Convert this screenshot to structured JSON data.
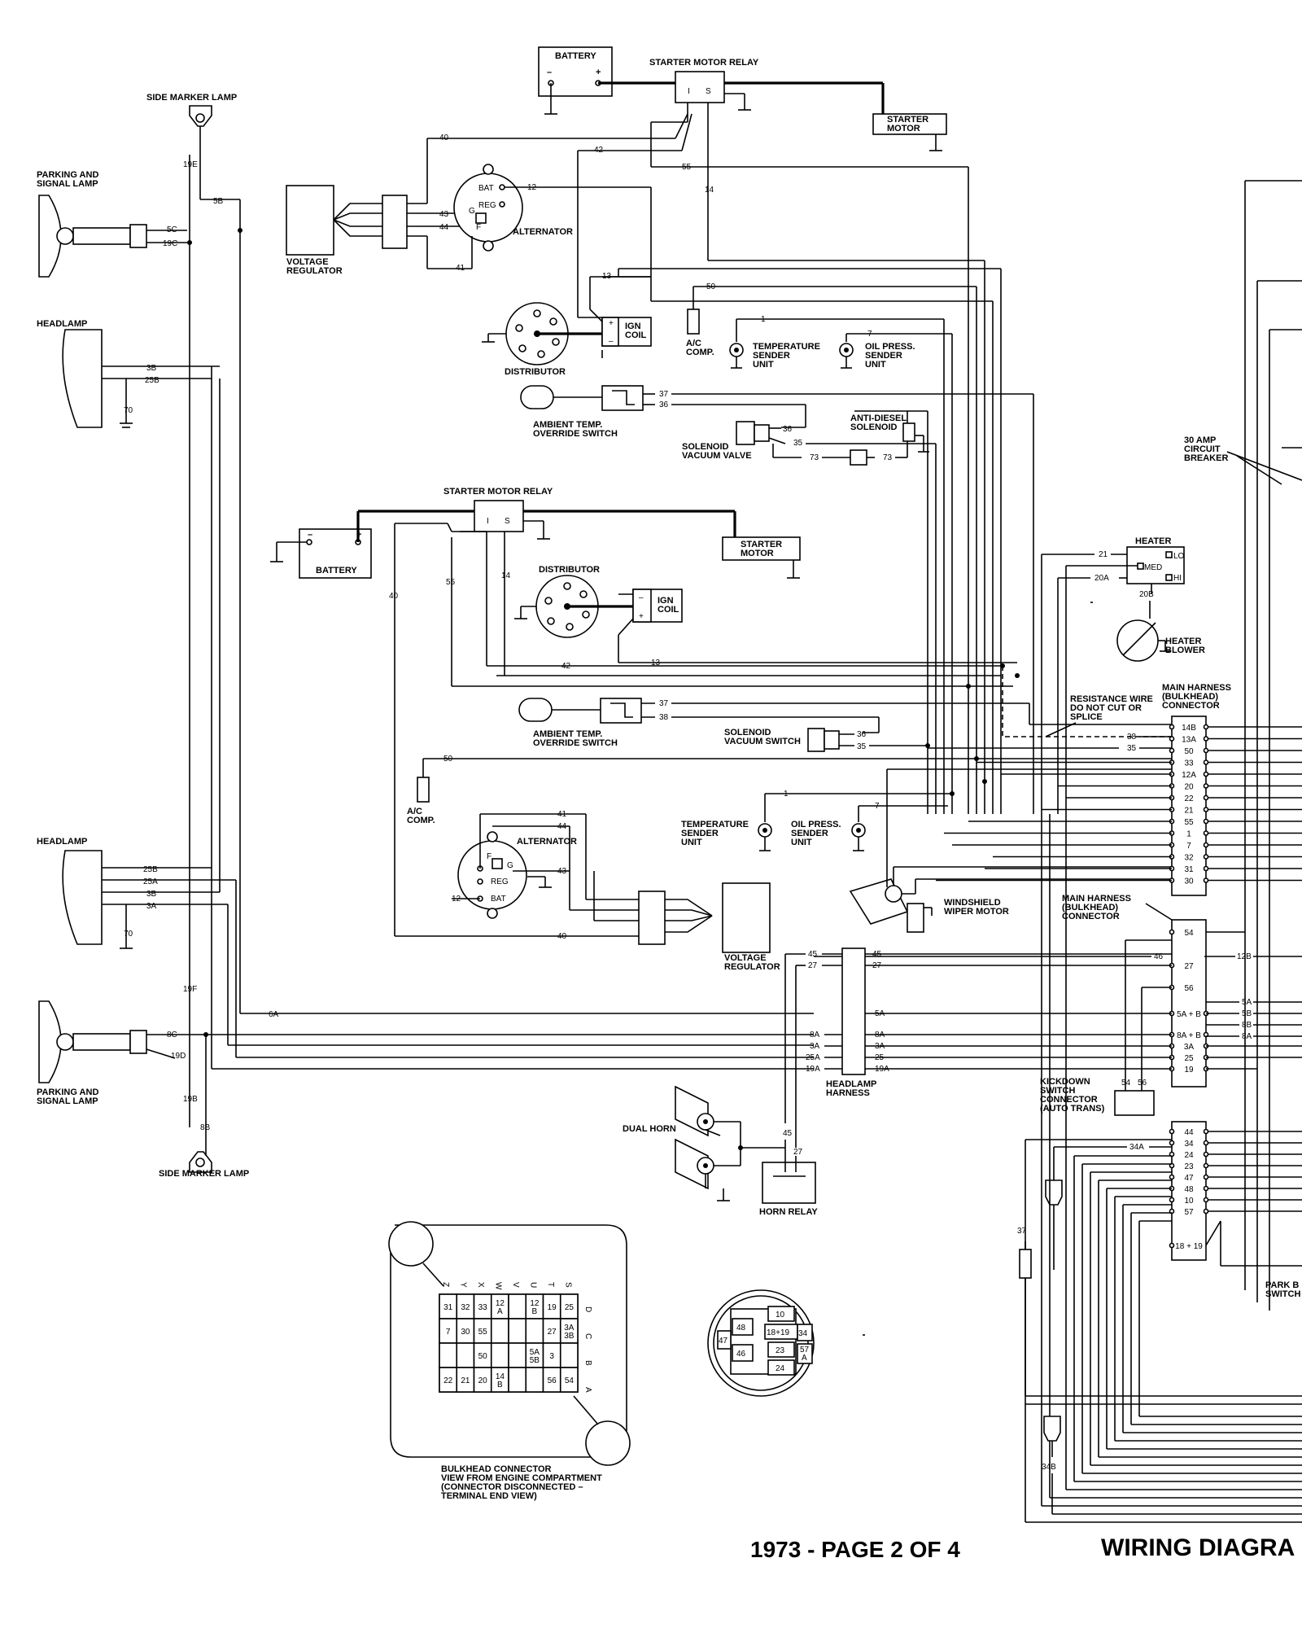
{
  "components": {
    "side_marker_lamp_top": "SIDE MARKER LAMP",
    "side_marker_lamp_bottom": "SIDE MARKER LAMP",
    "parking_lamp_top": [
      "PARKING AND",
      "SIGNAL LAMP"
    ],
    "parking_lamp_bottom": [
      "PARKING AND",
      "SIGNAL LAMP"
    ],
    "headlamp_top": "HEADLAMP",
    "headlamp_bottom": "HEADLAMP",
    "battery_top": "BATTERY",
    "battery_mid": "BATTERY",
    "starter_relay_top": "STARTER MOTOR RELAY",
    "starter_relay_mid": "STARTER MOTOR RELAY",
    "starter_motor_top": [
      "STARTER",
      "MOTOR"
    ],
    "starter_motor_mid": [
      "STARTER",
      "MOTOR"
    ],
    "voltage_regulator_top": [
      "VOLTAGE",
      "REGULATOR"
    ],
    "voltage_regulator_mid": [
      "VOLTAGE",
      "REGULATOR"
    ],
    "alternator_top": "ALTERNATOR",
    "alternator_mid": "ALTERNATOR",
    "distributor_top": "DISTRIBUTOR",
    "distributor_mid": "DISTRIBUTOR",
    "ign_coil": [
      "IGN",
      "COIL"
    ],
    "ac_comp": [
      "A/C",
      "COMP."
    ],
    "temp_sender": [
      "TEMPERATURE",
      "SENDER",
      "UNIT"
    ],
    "oil_sender": [
      "OIL PRESS.",
      "SENDER",
      "UNIT"
    ],
    "ambient_switch": [
      "AMBIENT TEMP.",
      "OVERRIDE SWITCH"
    ],
    "solenoid_vacuum_valve": [
      "SOLENOID",
      "VACUUM VALVE"
    ],
    "solenoid_vacuum_switch": [
      "SOLENOID",
      "VACUUM SWITCH"
    ],
    "anti_diesel": [
      "ANTI-DIESEL",
      "SOLENOID"
    ],
    "circuit_breaker": [
      "30 AMP",
      "CIRCUIT",
      "BREAKER"
    ],
    "heater": "HEATER",
    "heater_lo": "LO",
    "heater_med": "MED",
    "heater_hi": "HI",
    "heater_blower": [
      "HEATER",
      "BLOWER"
    ],
    "resistance_wire": [
      "RESISTANCE WIRE",
      "DO NOT CUT OR",
      "SPLICE"
    ],
    "main_harness_1": [
      "MAIN HARNESS",
      "(BULKHEAD)",
      "CONNECTOR"
    ],
    "main_harness_2": [
      "MAIN HARNESS",
      "(BULKHEAD)",
      "CONNECTOR"
    ],
    "wiper_motor": [
      "WINDSHIELD",
      "WIPER MOTOR"
    ],
    "headlamp_harness": [
      "HEADLAMP",
      "HARNESS"
    ],
    "dual_horn": "DUAL HORN",
    "horn_relay": "HORN RELAY",
    "kickdown": [
      "KICKDOWN",
      "SWITCH",
      "CONNECTOR",
      "(AUTO TRANS)"
    ],
    "park_switch": [
      "PARK B",
      "SWITCH"
    ],
    "bulkhead_caption": [
      "BULKHEAD CONNECTOR",
      "VIEW FROM ENGINE COMPARTMENT",
      "(CONNECTOR DISCONNECTED –",
      "TERMINAL END VIEW)"
    ]
  },
  "connector1_pins": [
    "14B",
    "13A",
    "50",
    "33",
    "12A",
    "20",
    "22",
    "21",
    "55",
    "1",
    "7",
    "32",
    "31",
    "30"
  ],
  "connector2_pins": [
    "54",
    "27",
    "56",
    "5A + B",
    "8A + B",
    "3A",
    "25",
    "19"
  ],
  "connector3_pins": [
    "44",
    "34",
    "24",
    "23",
    "47",
    "48",
    "10",
    "57",
    "18 + 19"
  ],
  "bulkhead_letters_top": [
    "Z",
    "Y",
    "X",
    "W",
    "V",
    "U",
    "T",
    "S"
  ],
  "bulkhead_letters_side": [
    "D",
    "C",
    "B",
    "A"
  ],
  "bulkhead_grid": [
    [
      "31",
      "32",
      "33",
      "12\nA",
      "",
      "12\nB",
      "19",
      "25"
    ],
    [
      "7",
      "30",
      "55",
      "",
      "",
      "",
      "27",
      "3A\n3B"
    ],
    [
      "",
      "",
      "50",
      "",
      "",
      "5A\n5B",
      "3",
      ""
    ],
    [
      "22",
      "21",
      "20",
      "14\nB",
      "",
      "",
      "56",
      "54"
    ]
  ],
  "round_connector": {
    "left": [
      "48",
      "46"
    ],
    "outer_left": "47",
    "center": [
      "10",
      "18+19",
      "23",
      "24"
    ],
    "right": [
      "34",
      "57\nA"
    ]
  },
  "footer": {
    "page": "1973 - PAGE 2 OF 4",
    "title": "WIRING DIAGRA"
  }
}
